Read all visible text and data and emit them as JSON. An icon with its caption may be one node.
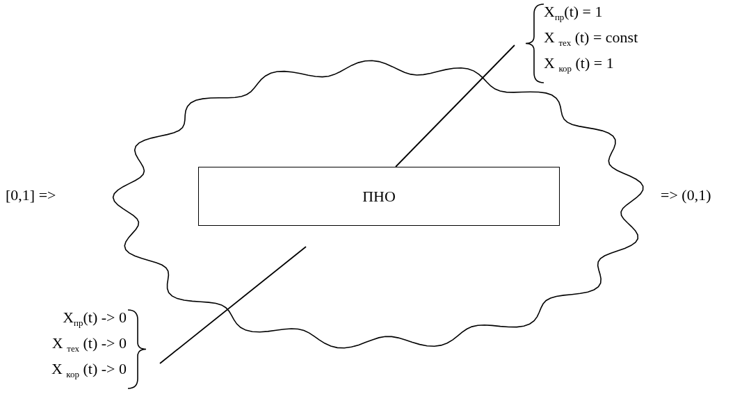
{
  "diagram": {
    "nodes": [
      {
        "text": [],
        "shape": "cloud"
      },
      {
        "text": [
          "ПНО"
        ],
        "in": 0
      },
      {
        "text": [
          "X$_{пр}$(t) = 1",
          "X $_{тех}$ (t) = const",
          "X $_{кор}$ (t) = 1"
        ]
      },
      {
        "text": [
          "X$_{пр}$(t) -> 0",
          "X $_{тех}$ (t) -> 0",
          "X $_{кор}$ (t) -> 0"
        ]
      }
    ],
    "edges": [
      {
        "from": 2,
        "to": 1,
        "arrow": "none"
      },
      {
        "from": 3,
        "to": 0,
        "arrow": "none"
      }
    ],
    "labels": [
      "[0,1] =>",
      "=> (0,1)"
    ]
  }
}
